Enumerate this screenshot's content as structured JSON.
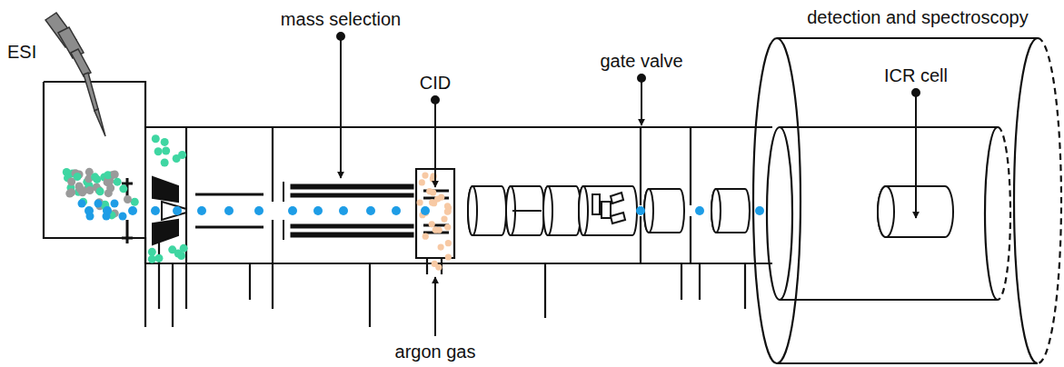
{
  "diagram": {
    "labels": [
      "ESI",
      "mass selection",
      "CID",
      "gate valve",
      "argon gas",
      "detection and spectroscopy",
      "ICR cell"
    ]
  }
}
